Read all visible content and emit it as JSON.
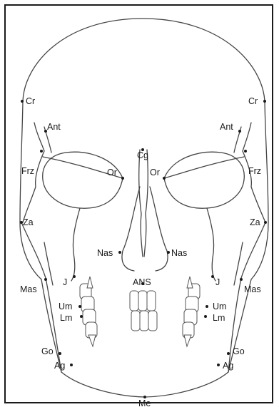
{
  "figure": {
    "line_color": "#444444",
    "point_color": "#1a1a1a",
    "landmarks": [
      {
        "id": "cr-left",
        "label": "Cr"
      },
      {
        "id": "cr-right",
        "label": "Cr"
      },
      {
        "id": "cg",
        "label": "Cg"
      },
      {
        "id": "ant-left",
        "label": "Ant"
      },
      {
        "id": "ant-right",
        "label": "Ant"
      },
      {
        "id": "frz-left",
        "label": "Frz"
      },
      {
        "id": "frz-right",
        "label": "Frz"
      },
      {
        "id": "or-left",
        "label": "Or"
      },
      {
        "id": "or-right",
        "label": "Or"
      },
      {
        "id": "za-left",
        "label": "Za"
      },
      {
        "id": "za-right",
        "label": "Za"
      },
      {
        "id": "nas-left",
        "label": "Nas"
      },
      {
        "id": "nas-right",
        "label": "Nas"
      },
      {
        "id": "ans",
        "label": "ANS"
      },
      {
        "id": "j-left",
        "label": "J"
      },
      {
        "id": "j-right",
        "label": "J"
      },
      {
        "id": "mas-left",
        "label": "Mas"
      },
      {
        "id": "mas-right",
        "label": "Mas"
      },
      {
        "id": "um-left",
        "label": "Um"
      },
      {
        "id": "um-right",
        "label": "Um"
      },
      {
        "id": "lm-left",
        "label": "Lm"
      },
      {
        "id": "lm-right",
        "label": "Lm"
      },
      {
        "id": "go-left",
        "label": "Go"
      },
      {
        "id": "go-right",
        "label": "Go"
      },
      {
        "id": "ag-left",
        "label": "Ag"
      },
      {
        "id": "ag-right",
        "label": "Ag"
      },
      {
        "id": "me",
        "label": "Me"
      }
    ]
  }
}
